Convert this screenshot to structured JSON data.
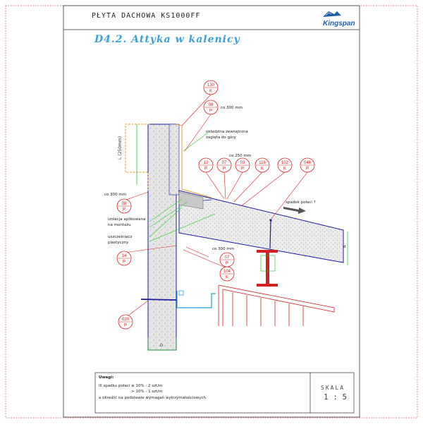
{
  "header": {
    "product": "PŁYTA DACHOWA KS1000FF",
    "brand": "Kingspan",
    "title": "D4.2. Attyka w kalenicy"
  },
  "callouts": [
    {
      "num": "130",
      "letter": "K"
    },
    {
      "num": "08",
      "letter": "P"
    },
    {
      "num": "12",
      "letter": "P"
    },
    {
      "num": "07",
      "letter": "P"
    },
    {
      "num": "03",
      "letter": "P"
    },
    {
      "num": "116",
      "letter": "K"
    },
    {
      "num": "102",
      "letter": "K"
    },
    {
      "num": "046",
      "letter": "P"
    },
    {
      "num": "08",
      "letter": "P"
    },
    {
      "num": "14",
      "letter": "P"
    },
    {
      "num": "07",
      "letter": "P"
    },
    {
      "num": "104",
      "letter": "K"
    },
    {
      "num": "020",
      "letter": "P"
    }
  ],
  "labels": {
    "co300_top": "co 300 mm",
    "okladzina": "okładzina zewnętrzna",
    "zagieta": "zagięta do góry",
    "co250": "co 250 mm",
    "L250": "L (250mm)",
    "co300_left": "co 300 mm",
    "spadek": "spadek połaci ?",
    "izolacja": "izolacja aplikowana",
    "na_montazu": "na montażu",
    "uszczelniacz": "uszczelniacz",
    "plastyczny": "plastyczny",
    "co300_mid": "co 300 mm",
    "dim_D": "D",
    "dim_d": "d"
  },
  "notes": {
    "title": "Uwagi:",
    "line1": "Ill spadku połaci ≤ 10% - 2 szt/m",
    "line2": "> 10% - 1 szt/m",
    "line3": "a określić na podstawie wymagań wytrzymałościowych"
  },
  "scale": {
    "label": "SKALA",
    "value": "1 : 5"
  },
  "colors": {
    "border": "#d93a3a",
    "title": "#3aa0d8",
    "callout": "#e02020",
    "panel": "#1a1aa0",
    "leader": "#3bd13b",
    "flashing": "#e0a030",
    "steel": "#d42020",
    "gutter": "#20a0e0",
    "dimension": "#18c018"
  }
}
